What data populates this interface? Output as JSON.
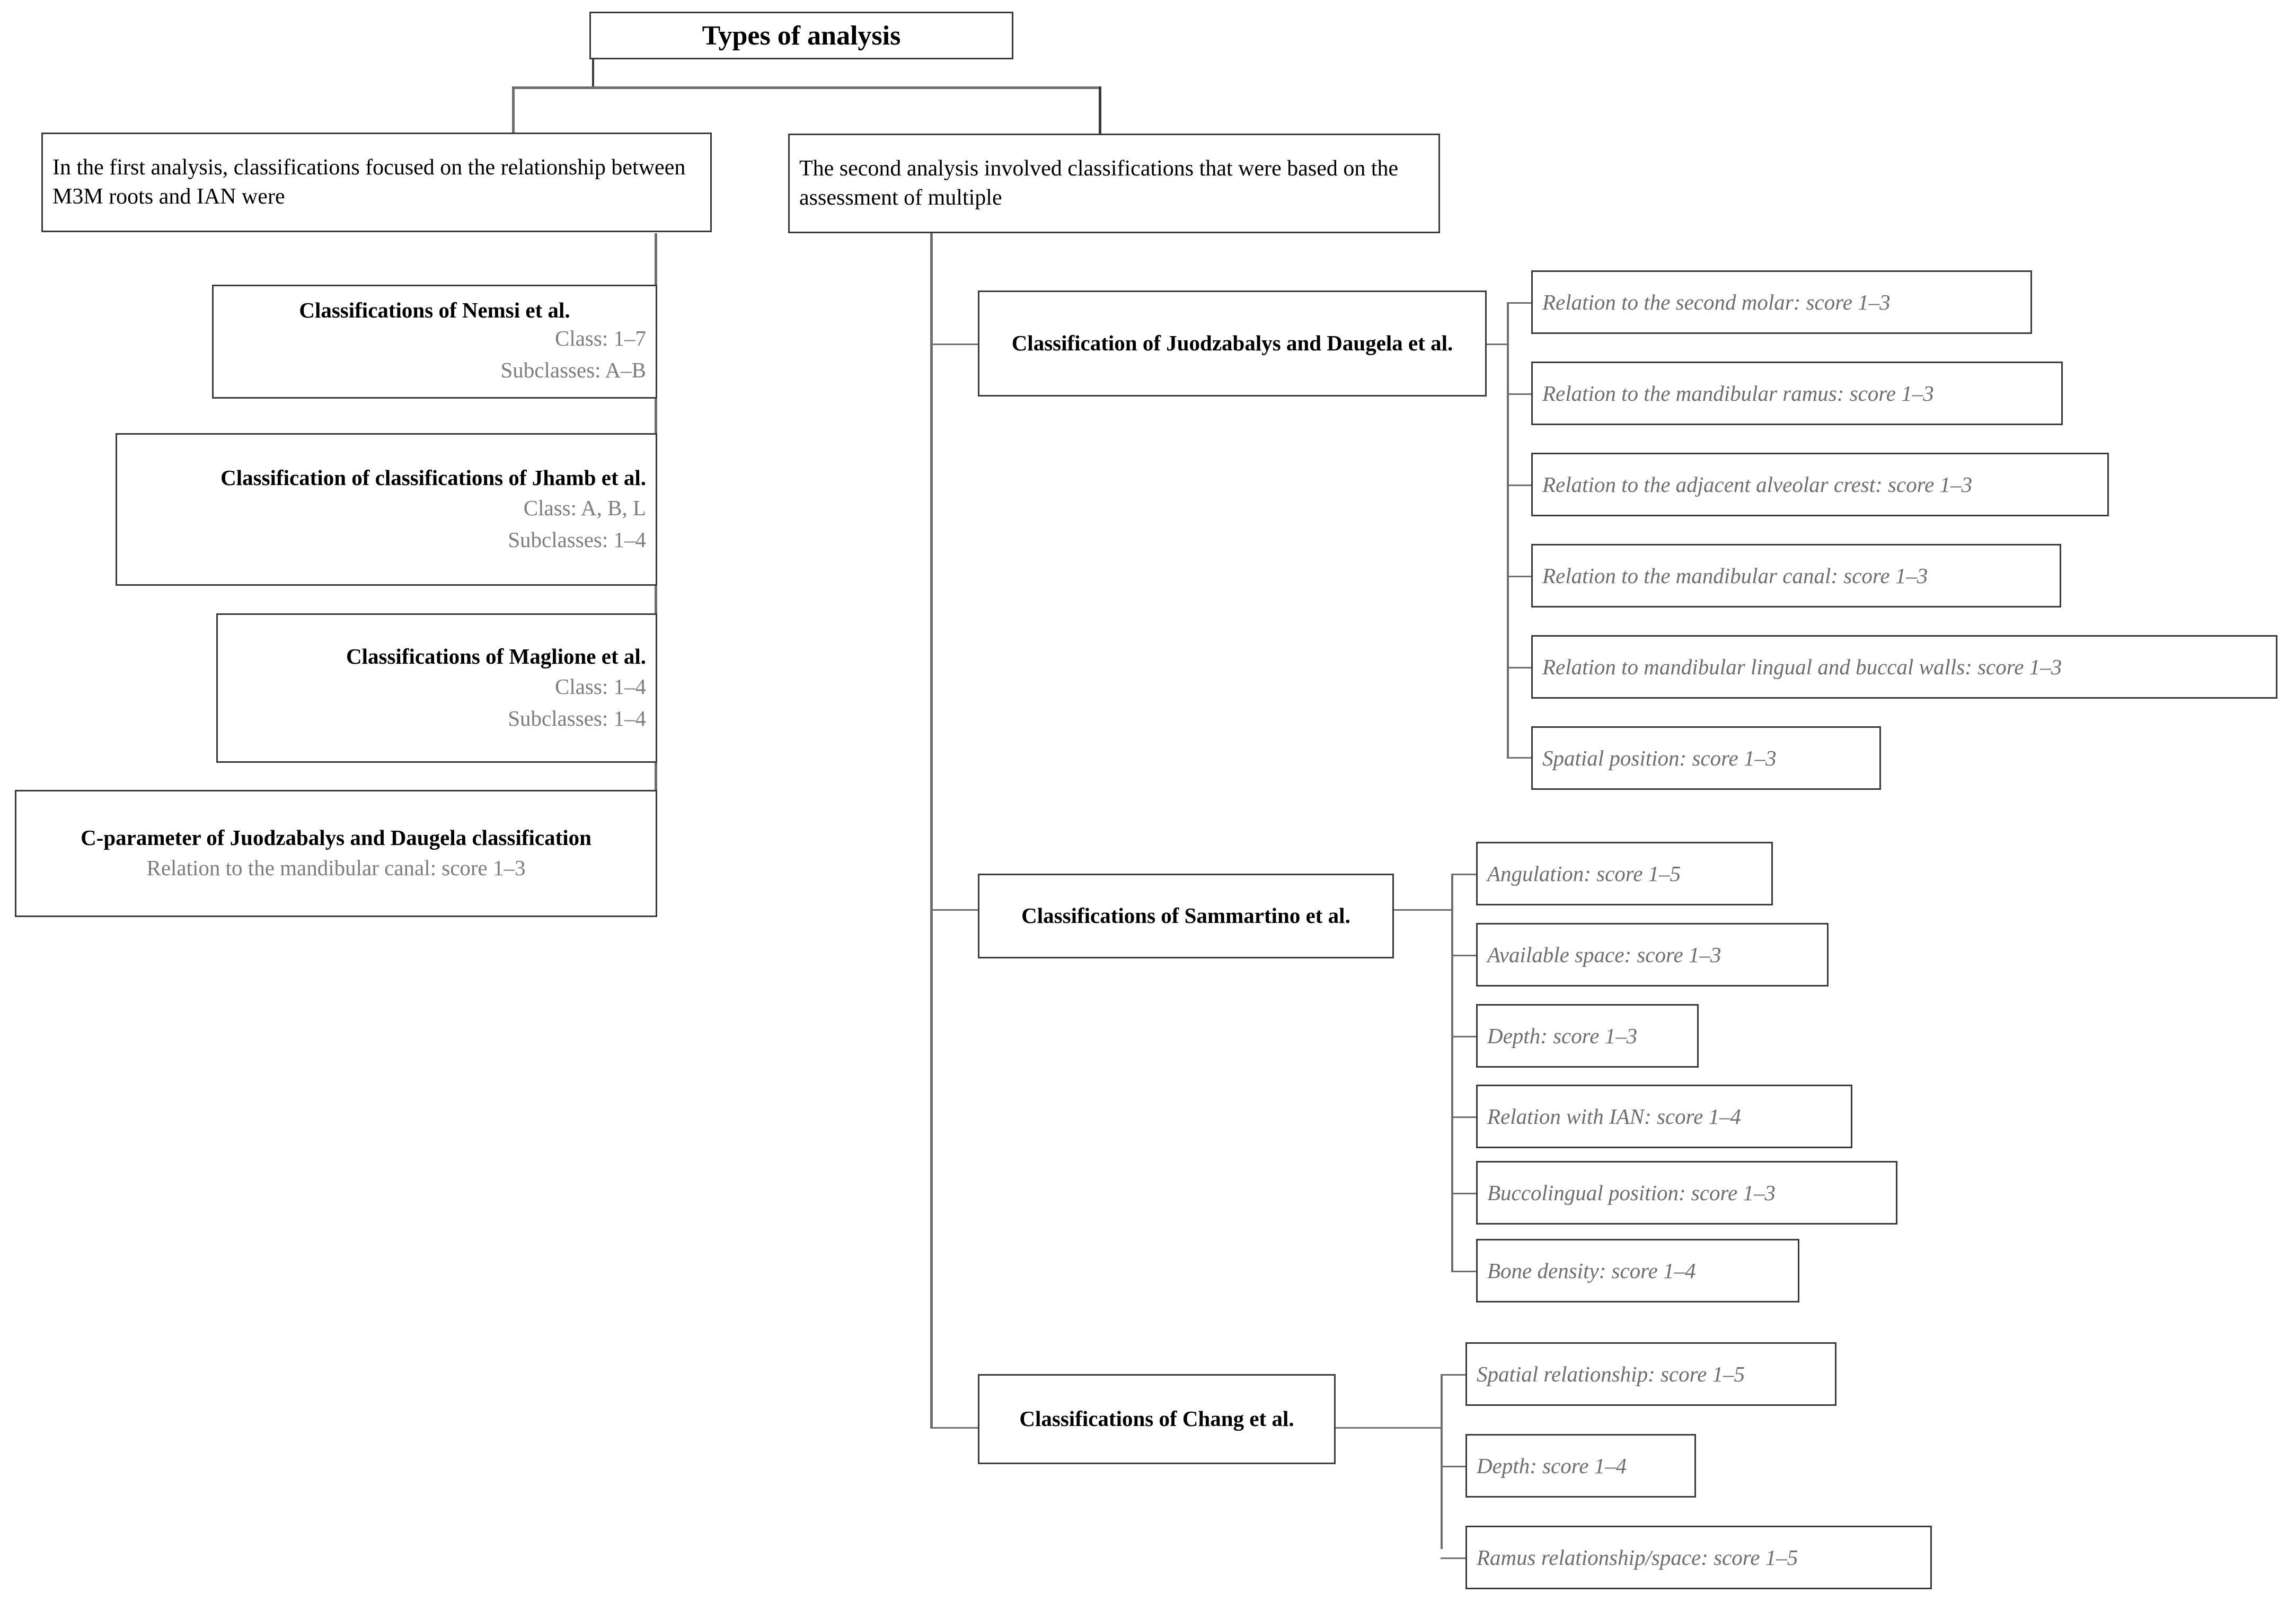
{
  "diagram": {
    "title_box": {
      "label": "Types of analysis"
    },
    "branches": [
      {
        "id": "first-analysis",
        "label": "In the first analysis,  classifications focused on the relationship between M3M roots and IAN were",
        "children": [
          {
            "id": "nemsi",
            "title": "Classifications of Nemsi et al.",
            "details": [
              "Class: 1–7",
              "Subclasses: A–B"
            ]
          },
          {
            "id": "jhamb",
            "title": "Classification of classifications of Jhamb et al.",
            "details": [
              "Class: A, B, L",
              "Subclasses: 1–4"
            ]
          },
          {
            "id": "maglione",
            "title": "Classifications of Maglione et al.",
            "details": [
              "Class: 1–4",
              "Subclasses: 1–4"
            ]
          },
          {
            "id": "c-parameter",
            "title": "C-parameter of Juodzabalys and Daugela classification",
            "details": [
              "Relation to the mandibular canal: score 1–3"
            ]
          }
        ]
      },
      {
        "id": "second-analysis",
        "label": "The second analysis involved classifications that were based on the assessment of multiple",
        "children": [
          {
            "id": "juodzabalys",
            "title": "Classification of Juodzabalys and Daugela et al.",
            "leaves": [
              "Relation to the second molar: score 1–3",
              "Relation to the mandibular ramus: score 1–3",
              "Relation to the adjacent alveolar crest: score 1–3",
              "Relation to the mandibular canal: score 1–3",
              "Relation to mandibular lingual and buccal walls: score 1–3",
              "Spatial position: score 1–3"
            ]
          },
          {
            "id": "sammartino",
            "title": "Classifications of Sammartino et al.",
            "leaves": [
              "Angulation: score 1–5",
              "Available space: score 1–3",
              "Depth: score 1–3",
              "Relation with IAN:  score 1–4",
              "Buccolingual position:  score 1–3",
              "Bone density:  score 1–4"
            ]
          },
          {
            "id": "chang",
            "title": "Classifications of Chang et al.",
            "leaves": [
              "Spatial relationship: score 1–5",
              "Depth: score 1–4",
              "Ramus relationship/space: score 1–5"
            ]
          }
        ]
      }
    ],
    "colors": {
      "box_border": "#3a3a3a",
      "connector": "#6f6f6f",
      "detail_text": "#7d7d7d",
      "leaf_text": "#6e6e6e",
      "title_text": "#000000",
      "background": "#ffffff"
    }
  }
}
